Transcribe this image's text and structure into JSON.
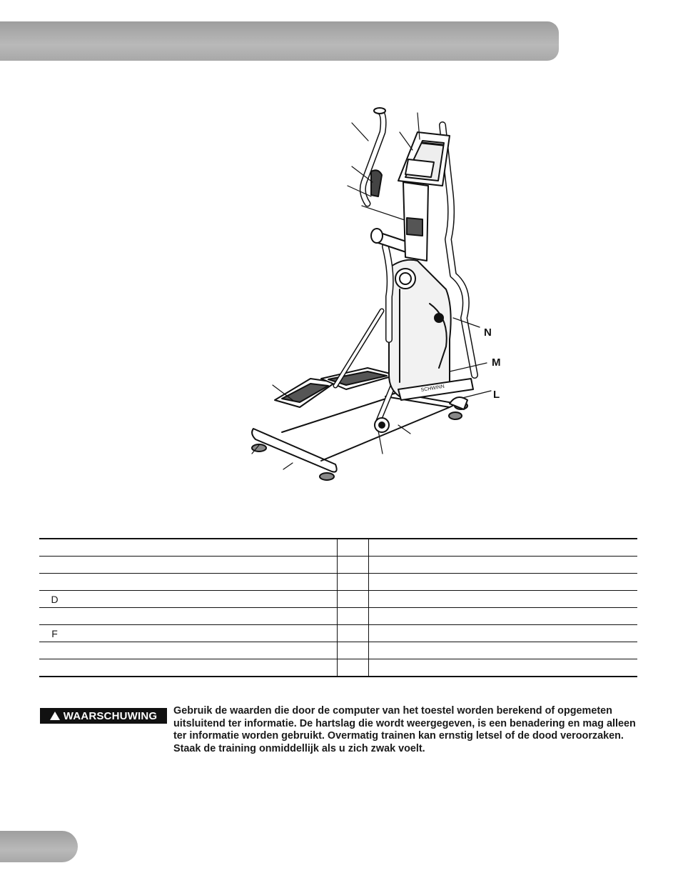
{
  "callouts": {
    "n": "N",
    "m": "M",
    "l": "L"
  },
  "parts_table": {
    "rows": [
      {
        "key_left": "",
        "desc_left": "",
        "key_right": "",
        "desc_right": ""
      },
      {
        "key_left": "",
        "desc_left": "",
        "key_right": "",
        "desc_right": ""
      },
      {
        "key_left": "",
        "desc_left": "",
        "key_right": "",
        "desc_right": ""
      },
      {
        "key_left": "D",
        "desc_left": "",
        "key_right": "",
        "desc_right": ""
      },
      {
        "key_left": "",
        "desc_left": "",
        "key_right": "",
        "desc_right": ""
      },
      {
        "key_left": "F",
        "desc_left": "",
        "key_right": "",
        "desc_right": ""
      },
      {
        "key_left": "",
        "desc_left": "",
        "key_right": "",
        "desc_right": ""
      },
      {
        "key_left": "",
        "desc_left": "",
        "key_right": "",
        "desc_right": ""
      }
    ]
  },
  "warning": {
    "label": "WAARSCHUWING",
    "text": "Gebruik de waarden die door de computer van het toestel worden berekend of opgemeten uitsluitend ter informatie. De hartslag die wordt weergegeven, is een benadering en mag alleen ter informatie worden gebruikt. Overmatig trainen kan ernstig letsel of de dood veroorzaken. Staak de training onmiddellijk als u zich zwak voelt."
  },
  "colors": {
    "header_gray": "#b0b0b0",
    "warning_bg": "#111111"
  }
}
